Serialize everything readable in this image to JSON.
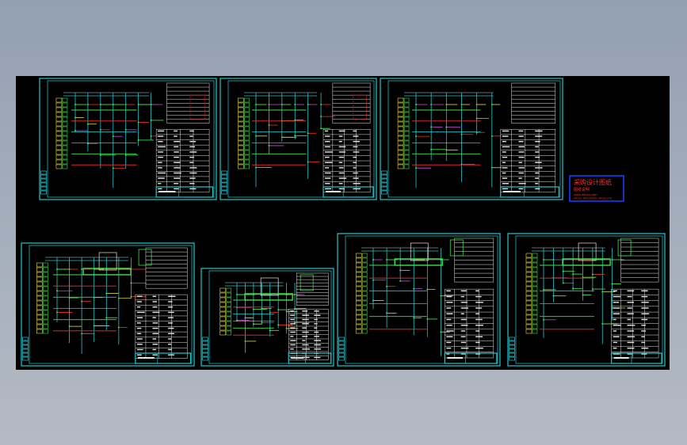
{
  "viewport": {
    "background": "#9aa5b5",
    "canvas_background": "#000000"
  },
  "colors": {
    "frame": "#22c7cc",
    "wire_green": "#3ee04a",
    "wire_red": "#ff2a2a",
    "wire_yellow": "#e8e03a",
    "wire_white": "#d8d8d8",
    "stamp_border": "#1a3cff",
    "stamp_text": "#ff3030"
  },
  "sheets": [
    {
      "id": "sheet-1"
    },
    {
      "id": "sheet-2"
    },
    {
      "id": "sheet-3"
    },
    {
      "id": "sheet-4"
    },
    {
      "id": "sheet-5"
    },
    {
      "id": "sheet-6"
    },
    {
      "id": "sheet-7"
    }
  ],
  "stamp": {
    "title": "采购设计图纸",
    "subtitle": "图纸说明",
    "line1": "www.mfcad.com",
    "line2": "MFCAD INTEGRATED PRODUCTS"
  }
}
